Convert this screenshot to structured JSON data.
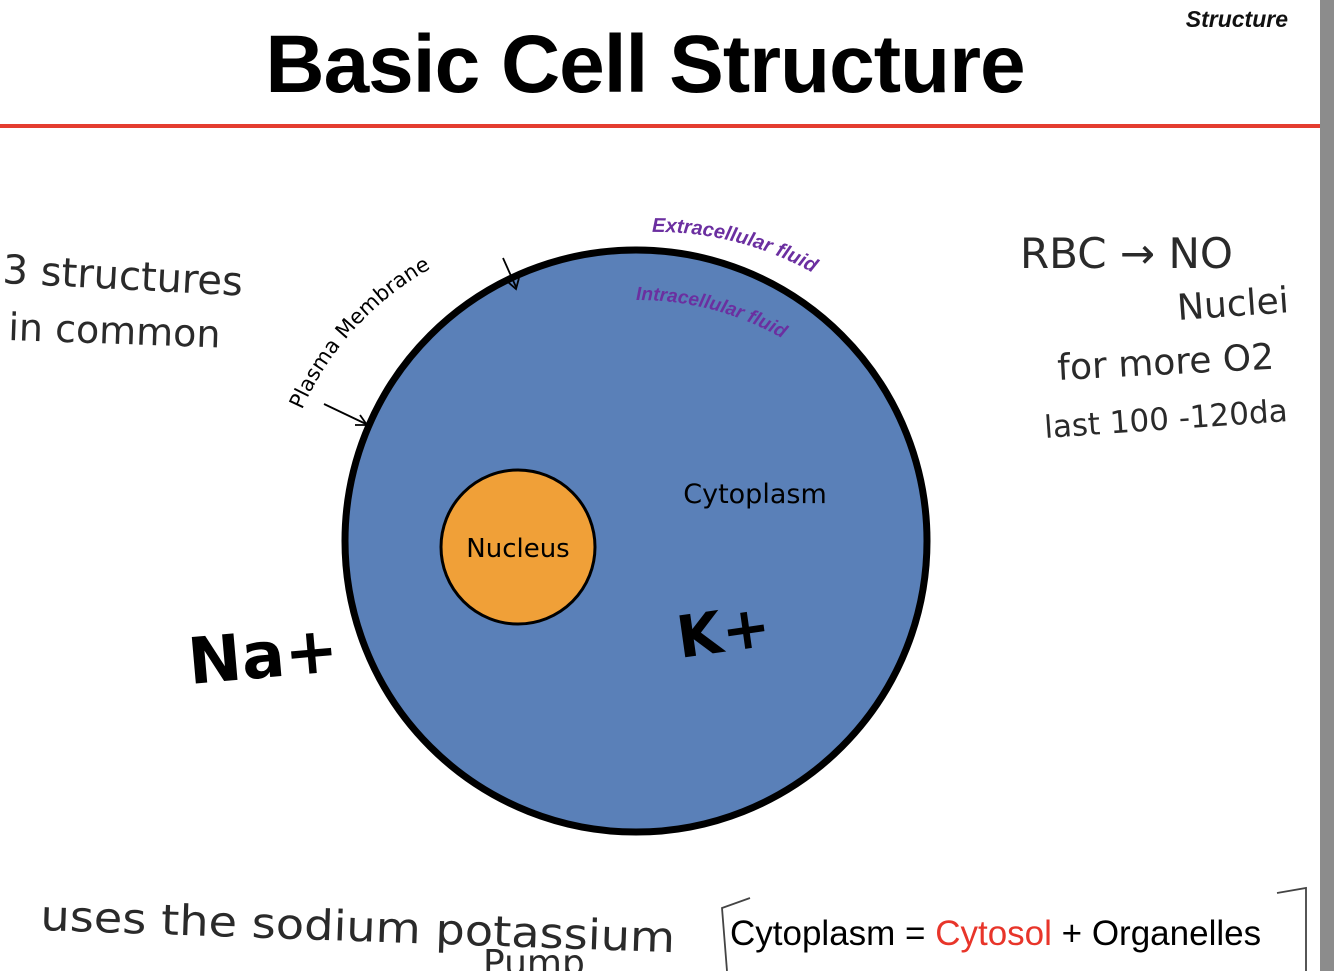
{
  "slide": {
    "corner_label": "Structure",
    "title": "Basic Cell Structure"
  },
  "diagram": {
    "extracellular_label": "Extracellular fluid",
    "intracellular_label": "Intracellular fluid",
    "membrane_label": "Plasma Membrane",
    "cytoplasm_label": "Cytoplasm",
    "nucleus_label": "Nucleus",
    "colors": {
      "cell_fill": "#5a80b8",
      "nucleus_fill": "#f0a038",
      "fluid_label": "#6b2fa0"
    }
  },
  "annotations": {
    "structures_line1": "3 structures",
    "structures_line2": "in common",
    "rbc_line1": "RBC → NO",
    "rbc_line2": "Nuclei",
    "rbc_line3": "for more O2",
    "rbc_line4": "last 100 -120da",
    "sodium": "Na+",
    "potassium": "K+",
    "pump_line1": "uses the sodium potassium",
    "pump_line2": "Pump"
  },
  "formula": {
    "lhs": "Cytoplasm = ",
    "highlight": "Cytosol",
    "rhs": " + Organelles"
  }
}
